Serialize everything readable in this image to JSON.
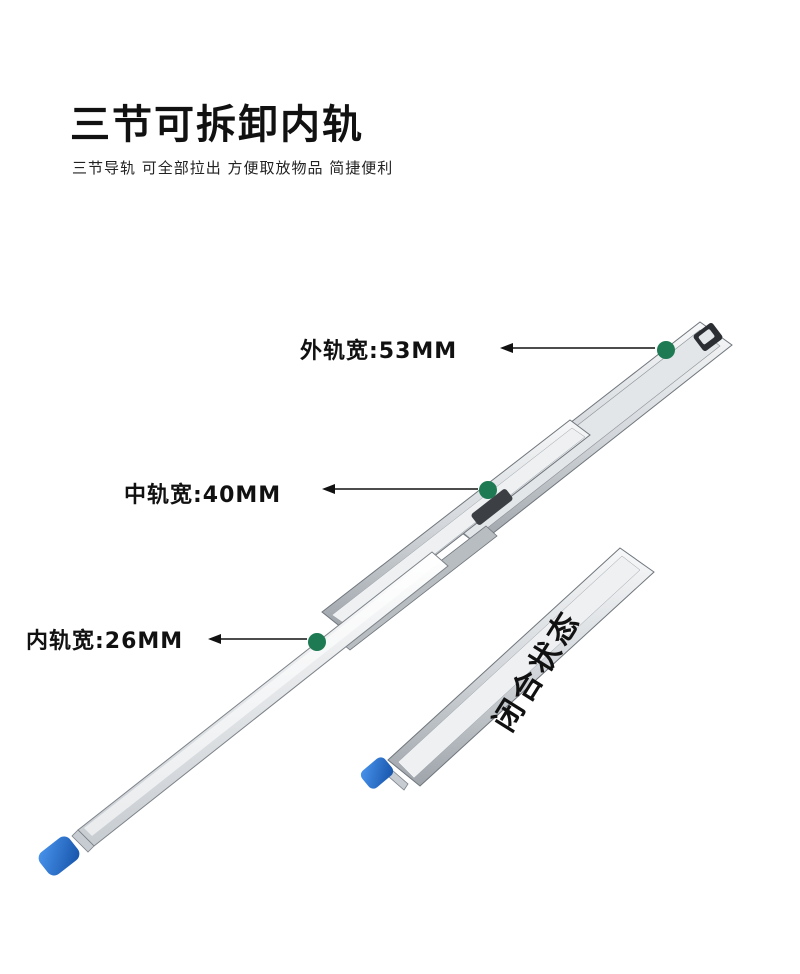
{
  "header": {
    "title": "三节可拆卸内轨",
    "subtitle": "三节导轨 可全部拉出 方便取放物品 简捷便利"
  },
  "callouts": {
    "outer": "外轨宽:53MM",
    "middle": "中轨宽:40MM",
    "inner": "内轨宽:26MM"
  },
  "closed_state_label": "闭合状态",
  "colors": {
    "marker_dot": "#1e7a52",
    "handle": "#1f6fd0",
    "rail_light": "#e9ecef",
    "rail_dark": "#9aa1a8"
  }
}
